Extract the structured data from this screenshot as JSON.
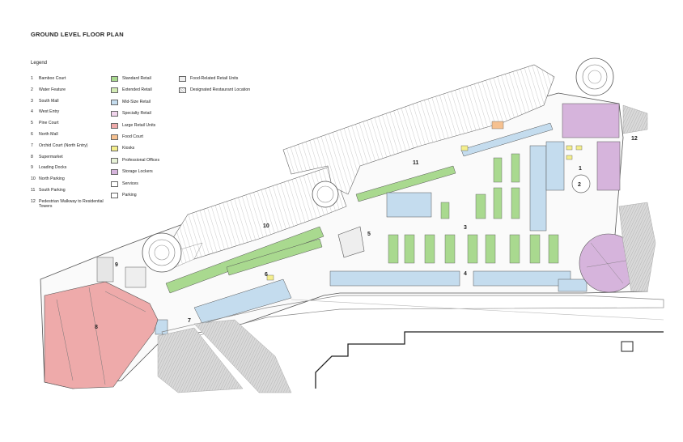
{
  "title": "GROUND LEVEL FLOOR PLAN",
  "legend_title": "Legend",
  "numbered": [
    {
      "n": "1",
      "label": "Bamboo Court"
    },
    {
      "n": "2",
      "label": "Water Feature"
    },
    {
      "n": "3",
      "label": "South Mall"
    },
    {
      "n": "4",
      "label": "West Entry"
    },
    {
      "n": "5",
      "label": "Pine Court"
    },
    {
      "n": "6",
      "label": "North Mall"
    },
    {
      "n": "7",
      "label": "Orchid Court (North Entry)"
    },
    {
      "n": "8",
      "label": "Supermarket"
    },
    {
      "n": "9",
      "label": "Loading Docks"
    },
    {
      "n": "10",
      "label": "North Parking"
    },
    {
      "n": "11",
      "label": "South Parking"
    },
    {
      "n": "12",
      "label": "Pedestrian Walkway to Residential Towers"
    }
  ],
  "colors": [
    {
      "label": "Standard Retail",
      "color": "#a9d98f"
    },
    {
      "label": "Extended Retail",
      "color": "#d3ebb5"
    },
    {
      "label": "Mid-Size Retail",
      "color": "#c4dcee"
    },
    {
      "label": "Specialty Retail",
      "color": "#f1d4ec"
    },
    {
      "label": "Large Retail Units",
      "color": "#eeaaaa"
    },
    {
      "label": "Food Court",
      "color": "#f6c190"
    },
    {
      "label": "Kiosks",
      "color": "#f4ee8c"
    },
    {
      "label": "Professional Offices",
      "color": "#e7f2d7"
    },
    {
      "label": "Storage Lockers",
      "color": "#d6b4dc"
    },
    {
      "label": "Services",
      "color": "#ffffff"
    },
    {
      "label": "Parking",
      "color": "#ffffff"
    }
  ],
  "other_keys": [
    {
      "label": "Food-Related Retail Units",
      "style": "lite"
    },
    {
      "label": "Designated Restaurant Location",
      "style": "hatch"
    }
  ],
  "plan_labels": [
    "1",
    "2",
    "3",
    "4",
    "5",
    "6",
    "7",
    "8",
    "9",
    "10",
    "11",
    "12"
  ]
}
